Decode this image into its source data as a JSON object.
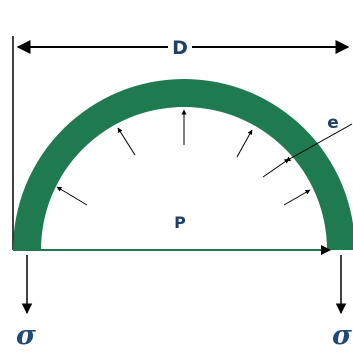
{
  "labels": {
    "diameter": "D",
    "thickness": "e",
    "pressure": "P",
    "stress_left": "σ",
    "stress_right": "σ"
  },
  "colors": {
    "shell": "#1f7a4f",
    "line": "#000000",
    "text": "#1f3f66",
    "sigma": "#1f4a7a"
  }
}
